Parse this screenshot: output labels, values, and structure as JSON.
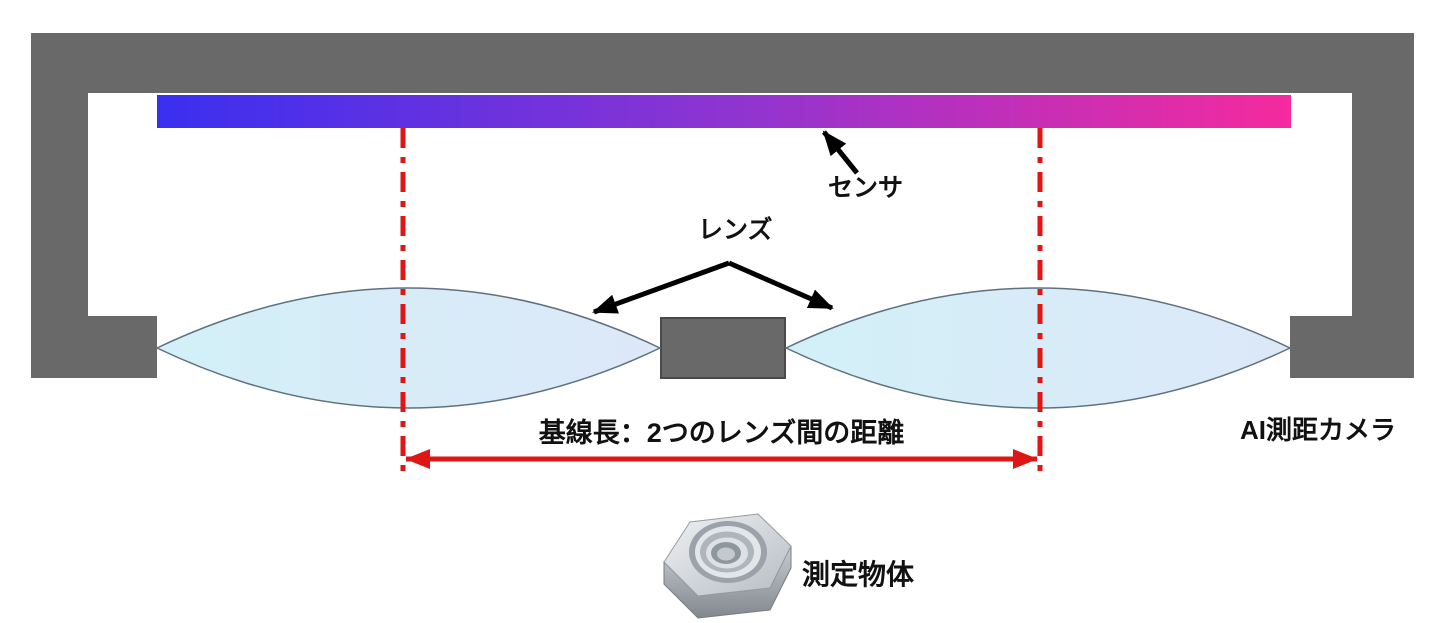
{
  "labels": {
    "sensor": "センサ",
    "lens": "レンズ",
    "baseline": "基線長：2つのレンズ間の距離",
    "camera": "AI測距カメラ",
    "object": "測定物体"
  },
  "colors": {
    "frame_gray": "#696969",
    "block_border": "#4a4a4a",
    "sensor_gradient_start": "#3a2ff0",
    "sensor_gradient_mid": "#9134d0",
    "sensor_gradient_end": "#f52a9e",
    "lens_fill_start": "#d2f0f8",
    "lens_fill_end": "#dde8f8",
    "lens_stroke": "#5f707e",
    "dimension_red": "#dd1616",
    "arrow_black": "#000000",
    "text_black": "#111111"
  }
}
